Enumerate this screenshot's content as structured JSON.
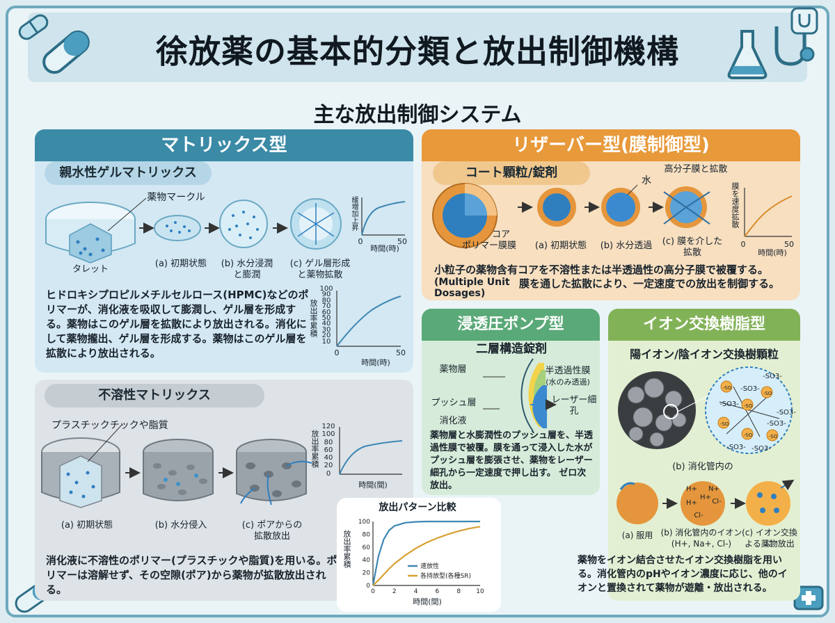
{
  "title": "徐放薬の基本的分類と放出制御機構",
  "subtitle": "主な放出制御システム",
  "matrix": {
    "header": "マトリックス型",
    "hydrophilic": {
      "pill": "親水性ゲルマトリックス",
      "drug_label": "薬物マークル",
      "tablet": "タレット",
      "step_a": "(a) 初期状態",
      "step_b1": "(b) 水分浸潤",
      "step_b2": "と膨潤",
      "step_c1": "(c) ゲル層形成",
      "step_c2": "と薬物拡散",
      "mini_ylabel": "緩増加上昇",
      "mini_x0": "0",
      "mini_x50": "50",
      "mini_xlabel": "時間(時)",
      "desc": "ヒドロキシプロピルメチルセルロース(HPMC)などのポリマーが、消化液を吸収して膨潤し、ゲル層を形成する。薬物はこのゲル層を拡散により放出される。消化にして薬物攏出、ゲル層を形成する。薬物はこのゲル層を拡散により放出される。",
      "chart_ylabel": "放出率累積",
      "chart_yticks": [
        "100",
        "90",
        "80",
        "70",
        "60",
        "50",
        "40",
        "30",
        "20",
        "10"
      ],
      "chart_x0": "0",
      "chart_x50": "50",
      "chart_xlabel": "時間(時)"
    },
    "insoluble": {
      "pill": "不溶性マトリックス",
      "material": "プラスチックチックや脂質",
      "step_a": "(a) 初期状態",
      "step_b": "(b) 水分侵入",
      "step_c1": "(c) ポアからの",
      "step_c2": "拡散放出",
      "chart_ylabel": "放出率累積",
      "chart_yticks": [
        "120",
        "100",
        "80",
        "60",
        "40",
        "20",
        "0"
      ],
      "chart_xlabel": "時間(間)",
      "desc": "消化液に不溶性のポリマー(プラスチックや脂質)を用いる。ポリマーは溶解せず、その空隙(ポア)から薬物が拡散放出される。"
    }
  },
  "reservoir": {
    "header": "リザーバー型(膜制御型)",
    "pill": "コート顆粒/錠剤",
    "core": "コア",
    "polymer": "ポリマー膜膜",
    "water": "水",
    "membrane_label": "高分子膜と拡散",
    "step_a": "(a) 初期状態",
    "step_b": "(b) 水分透過",
    "step_c1": "(c) 膜を介した",
    "step_c2": "拡散",
    "chart_ylabel": "膜を速度拡散",
    "chart_x0": "0",
    "chart_x50": "50",
    "chart_xlabel": "時間(時)",
    "desc1": "小粒子の薬物含有コアを不溶性または半透過性の高分子膜で被覆する。",
    "desc2a": "(Multiple Unit",
    "desc2b": "膜を通した拡散により、一定速度での放出を制御する。",
    "desc3": "Dosages)"
  },
  "osmotic": {
    "header": "浸透圧ポンプ型",
    "sub": "二層構造錠剤",
    "drug_layer": "薬物層",
    "push_layer": "プッシュ層",
    "gi_fluid": "消化液",
    "semi_membrane": "半透過性膜",
    "semi_note": "(水のみ透過)",
    "laser1": "レーザー細",
    "laser2": "孔",
    "desc": "薬物層と水膨潤性のプッシュ層を、半透過性膜で被覆。膜を通って浸入した水がプッシュ層を膨張させ、薬物をレーザー細孔から一定速度で押し出す。 ゼロ次放出。"
  },
  "ion": {
    "header": "イオン交換樹脂型",
    "sub": "陽イオン/陰イオン交換樹顆粒",
    "resin_groups": [
      "-SO3-",
      "-SO3-",
      "-SO3-",
      "-SO3-",
      "-SO3-",
      "-SO3-",
      "-SO3-"
    ],
    "drug_tags": [
      "-SO",
      "-SO",
      "-SO",
      "-SO",
      "-SO",
      "-SO"
    ],
    "gi_label": "(b) 消化管内の",
    "ions": [
      "H+",
      "N+",
      "H+",
      "H+",
      "Cl-",
      "Cl-"
    ],
    "step_a": "(a) 服用",
    "step_b1": "(b) 消化管内のイオン",
    "step_b2": "(H+, Na+, Cl-)",
    "step_c1": "(c) イオン交換に",
    "step_c2": "よる薬物放出",
    "desc": "薬物をイオン結合させたイオン交換樹脂を用いる。消化管内のpHやイオン濃度に応じ、他のイオンと置換されて薬物が遊離・放出される。"
  },
  "chart_data": {
    "type": "line",
    "title": "放出パターン比較",
    "ylabel": "放出率累積",
    "xlabel": "時間(間)",
    "xlim": [
      0,
      10
    ],
    "ylim": [
      0,
      100
    ],
    "xticks": [
      0,
      2,
      4,
      6,
      8,
      10
    ],
    "yticks": [
      0,
      20,
      40,
      60,
      80,
      100
    ],
    "x": [
      0,
      0.5,
      1,
      1.5,
      2,
      3,
      4,
      5,
      6,
      7,
      8,
      9,
      10
    ],
    "series": [
      {
        "name": "速放性",
        "color": "#3d86b4",
        "values": [
          0,
          45,
          72,
          86,
          93,
          98,
          99.5,
          100,
          100,
          100,
          100,
          100,
          100
        ]
      },
      {
        "name": "各持放型(各種SR)",
        "color": "#d8a032",
        "values": [
          0,
          8,
          17,
          26,
          34,
          47,
          58,
          67,
          74,
          80,
          85,
          89,
          92
        ]
      }
    ]
  },
  "colors": {
    "matrix_header": "#3b8aa6",
    "reservoir_header": "#e8993a",
    "osmotic_header": "#5aa978",
    "ion_header": "#82b258",
    "accent_blue": "#2f7fbf"
  },
  "icons": [
    "capsule-icon",
    "flask-icon",
    "stethoscope-icon",
    "molecule-icon",
    "medical-kit-icon"
  ]
}
